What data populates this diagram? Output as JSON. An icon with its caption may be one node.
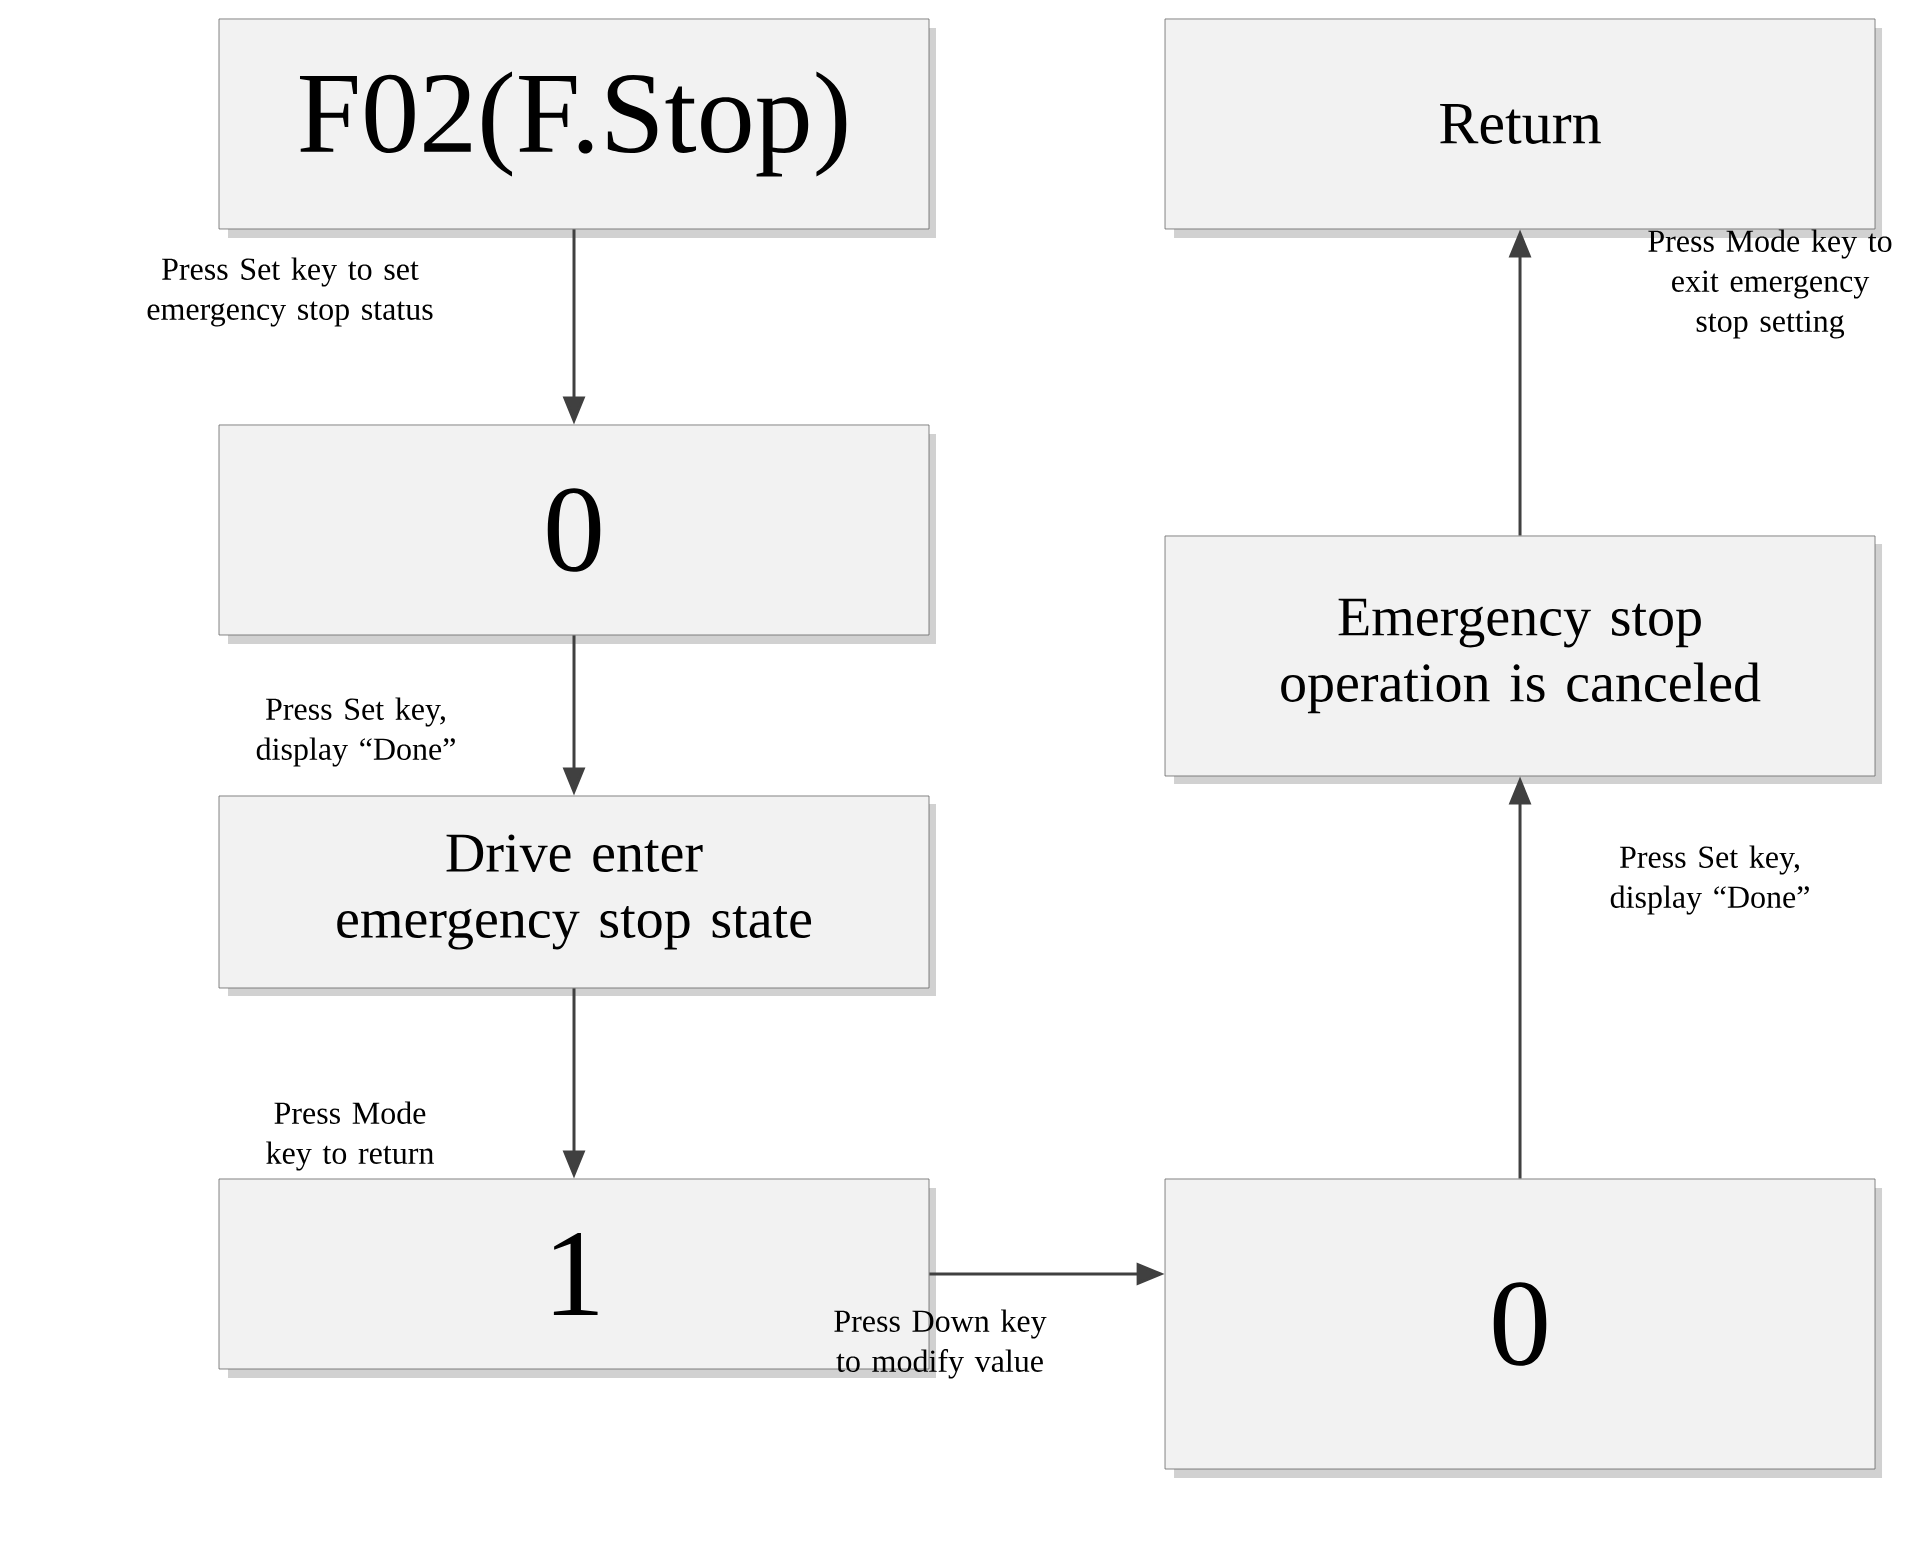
{
  "diagram": {
    "nodes": [
      {
        "text": [
          "F02(F.Stop)"
        ]
      },
      {
        "text": [
          "0"
        ]
      },
      {
        "text": [
          "Drive enter emergency stop state"
        ]
      },
      {
        "text": [
          "1"
        ]
      },
      {
        "text": [
          "0"
        ]
      },
      {
        "text": [
          "Emergency stop operation is canceled"
        ]
      },
      {
        "text": [
          "Return"
        ]
      }
    ],
    "edges": [
      {
        "from": 0,
        "to": 1,
        "arrow": "to",
        "label": "Press Set key to set emergency stop status"
      },
      {
        "from": 1,
        "to": 2,
        "arrow": "to",
        "label": "Press Set key, display “Done”"
      },
      {
        "from": 2,
        "to": 3,
        "arrow": "to",
        "label": "Press Mode key to return"
      },
      {
        "from": 3,
        "to": 4,
        "arrow": "to",
        "label": "Press Down key to modify value"
      },
      {
        "from": 4,
        "to": 5,
        "arrow": "to",
        "label": "Press Set key, display “Done”"
      },
      {
        "from": 5,
        "to": 6,
        "arrow": "to",
        "label": "Press Mode key to exit emergency stop setting"
      }
    ]
  }
}
